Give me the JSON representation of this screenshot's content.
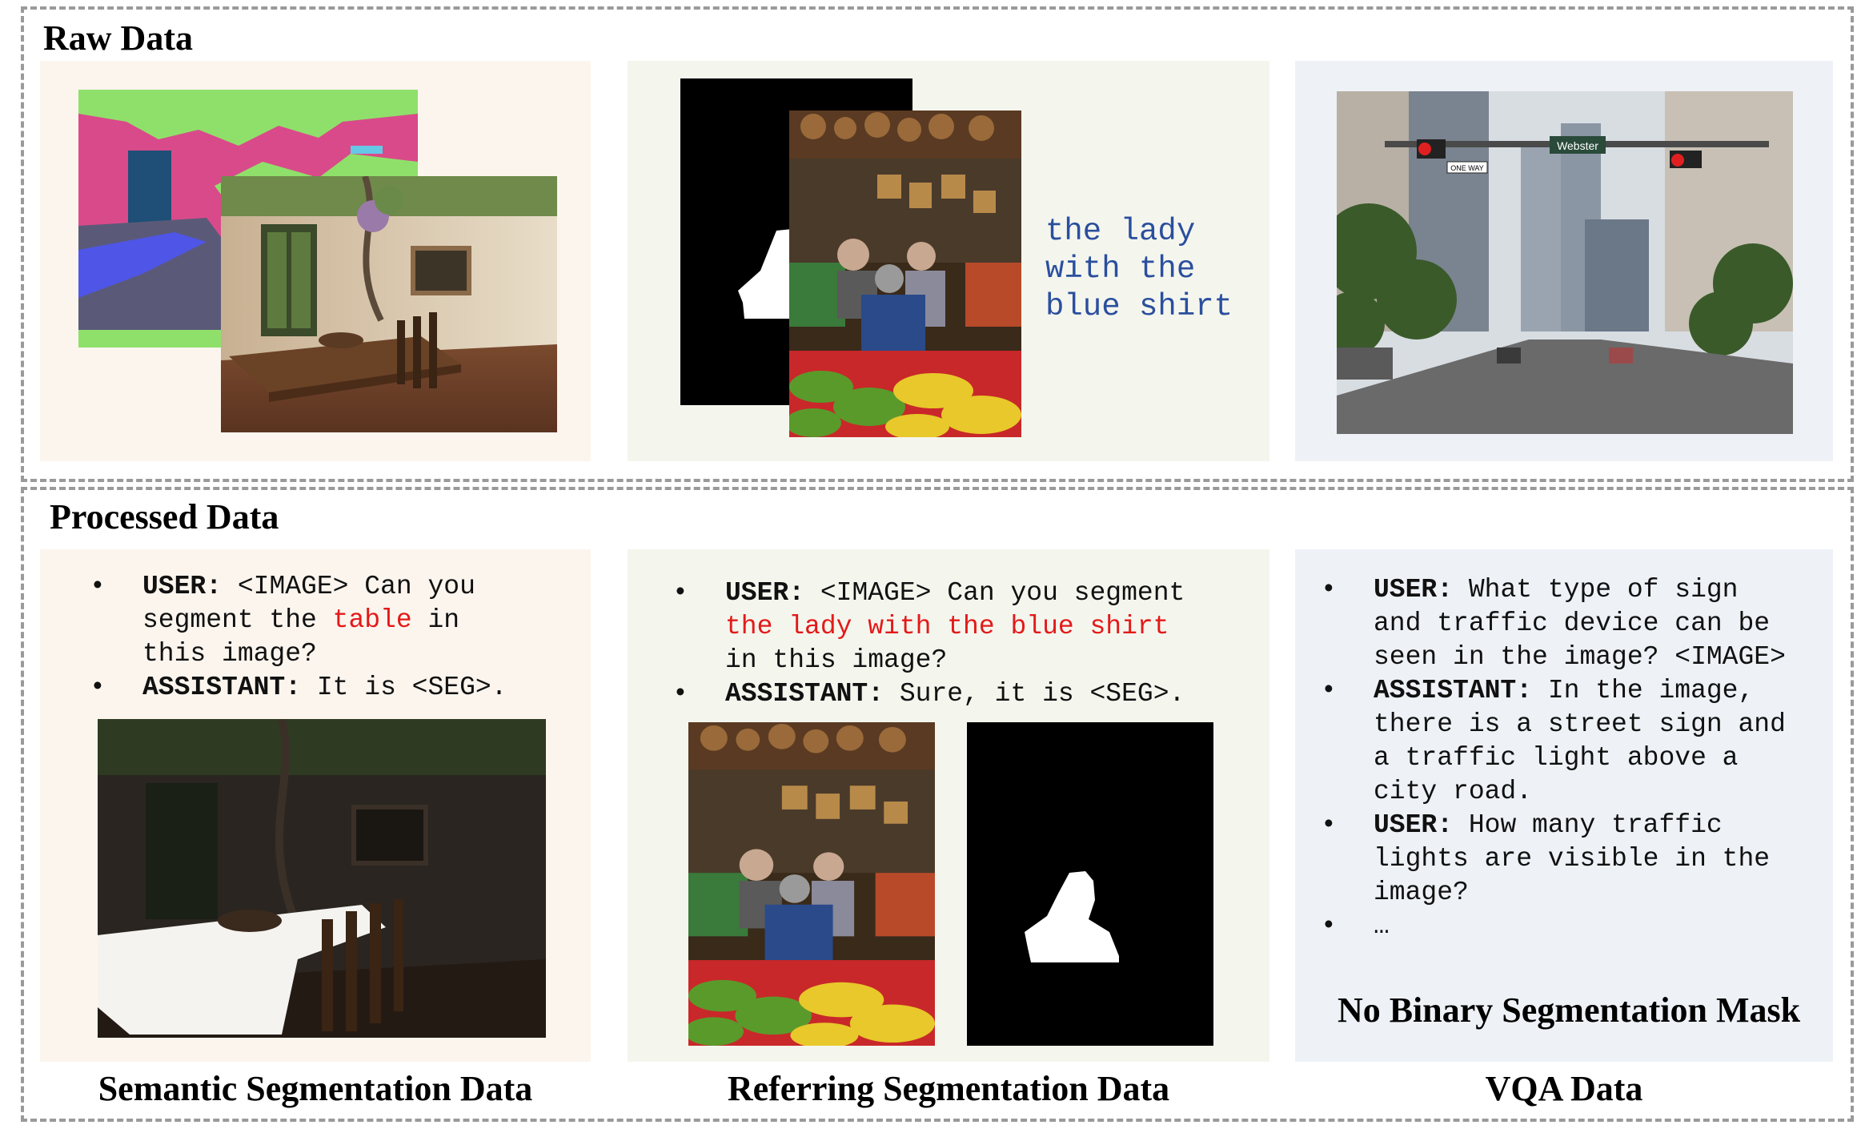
{
  "sections": {
    "raw_title": "Raw Data",
    "processed_title": "Processed Data"
  },
  "raw": {
    "referring_expression": [
      "the lady",
      "with the",
      "blue shirt"
    ]
  },
  "processed": {
    "semantic": {
      "user_label": "USER:",
      "user_pre": "<IMAGE> Can you segment the ",
      "user_lines": [
        "<IMAGE> Can you",
        "segment the ",
        "this image?"
      ],
      "target": "table",
      "in_text": " in",
      "assistant_label": "ASSISTANT:",
      "assistant_text": " It is <SEG>."
    },
    "referring": {
      "user_label": "USER:",
      "user_line1": " <IMAGE> Can you segment",
      "target": "the lady with the blue shirt",
      "user_line3": "in this image?",
      "assistant_label": "ASSISTANT:",
      "assistant_text": " Sure, it is <SEG>."
    },
    "vqa": {
      "user1_label": "USER:",
      "user1_lines": [
        " What type of sign",
        "and traffic device can be",
        "seen in the image? <IMAGE>"
      ],
      "assistant_label": "ASSISTANT:",
      "assistant_lines": [
        " In the image,",
        "there is a street sign and",
        "a traffic light above a",
        "city road."
      ],
      "user2_label": "USER:",
      "user2_lines": [
        " How many traffic",
        "lights are visible in the",
        "image?"
      ],
      "ellipsis": "…",
      "no_mask": "No Binary Segmentation Mask"
    }
  },
  "captions": {
    "semantic": "Semantic Segmentation Data",
    "referring": "Referring Segmentation Data",
    "vqa": "VQA Data"
  },
  "photo_text": {
    "street_sign": "Webster",
    "one_way": "ONE WAY"
  },
  "bullet": "•",
  "colors": {
    "panel_semantic": "#fbf5ee",
    "panel_referring": "#f4f6ee",
    "panel_vqa": "#eef2f7",
    "highlight": "#e31a1a",
    "referring_text": "#2b4f9e",
    "border": "#9a9a9a"
  }
}
